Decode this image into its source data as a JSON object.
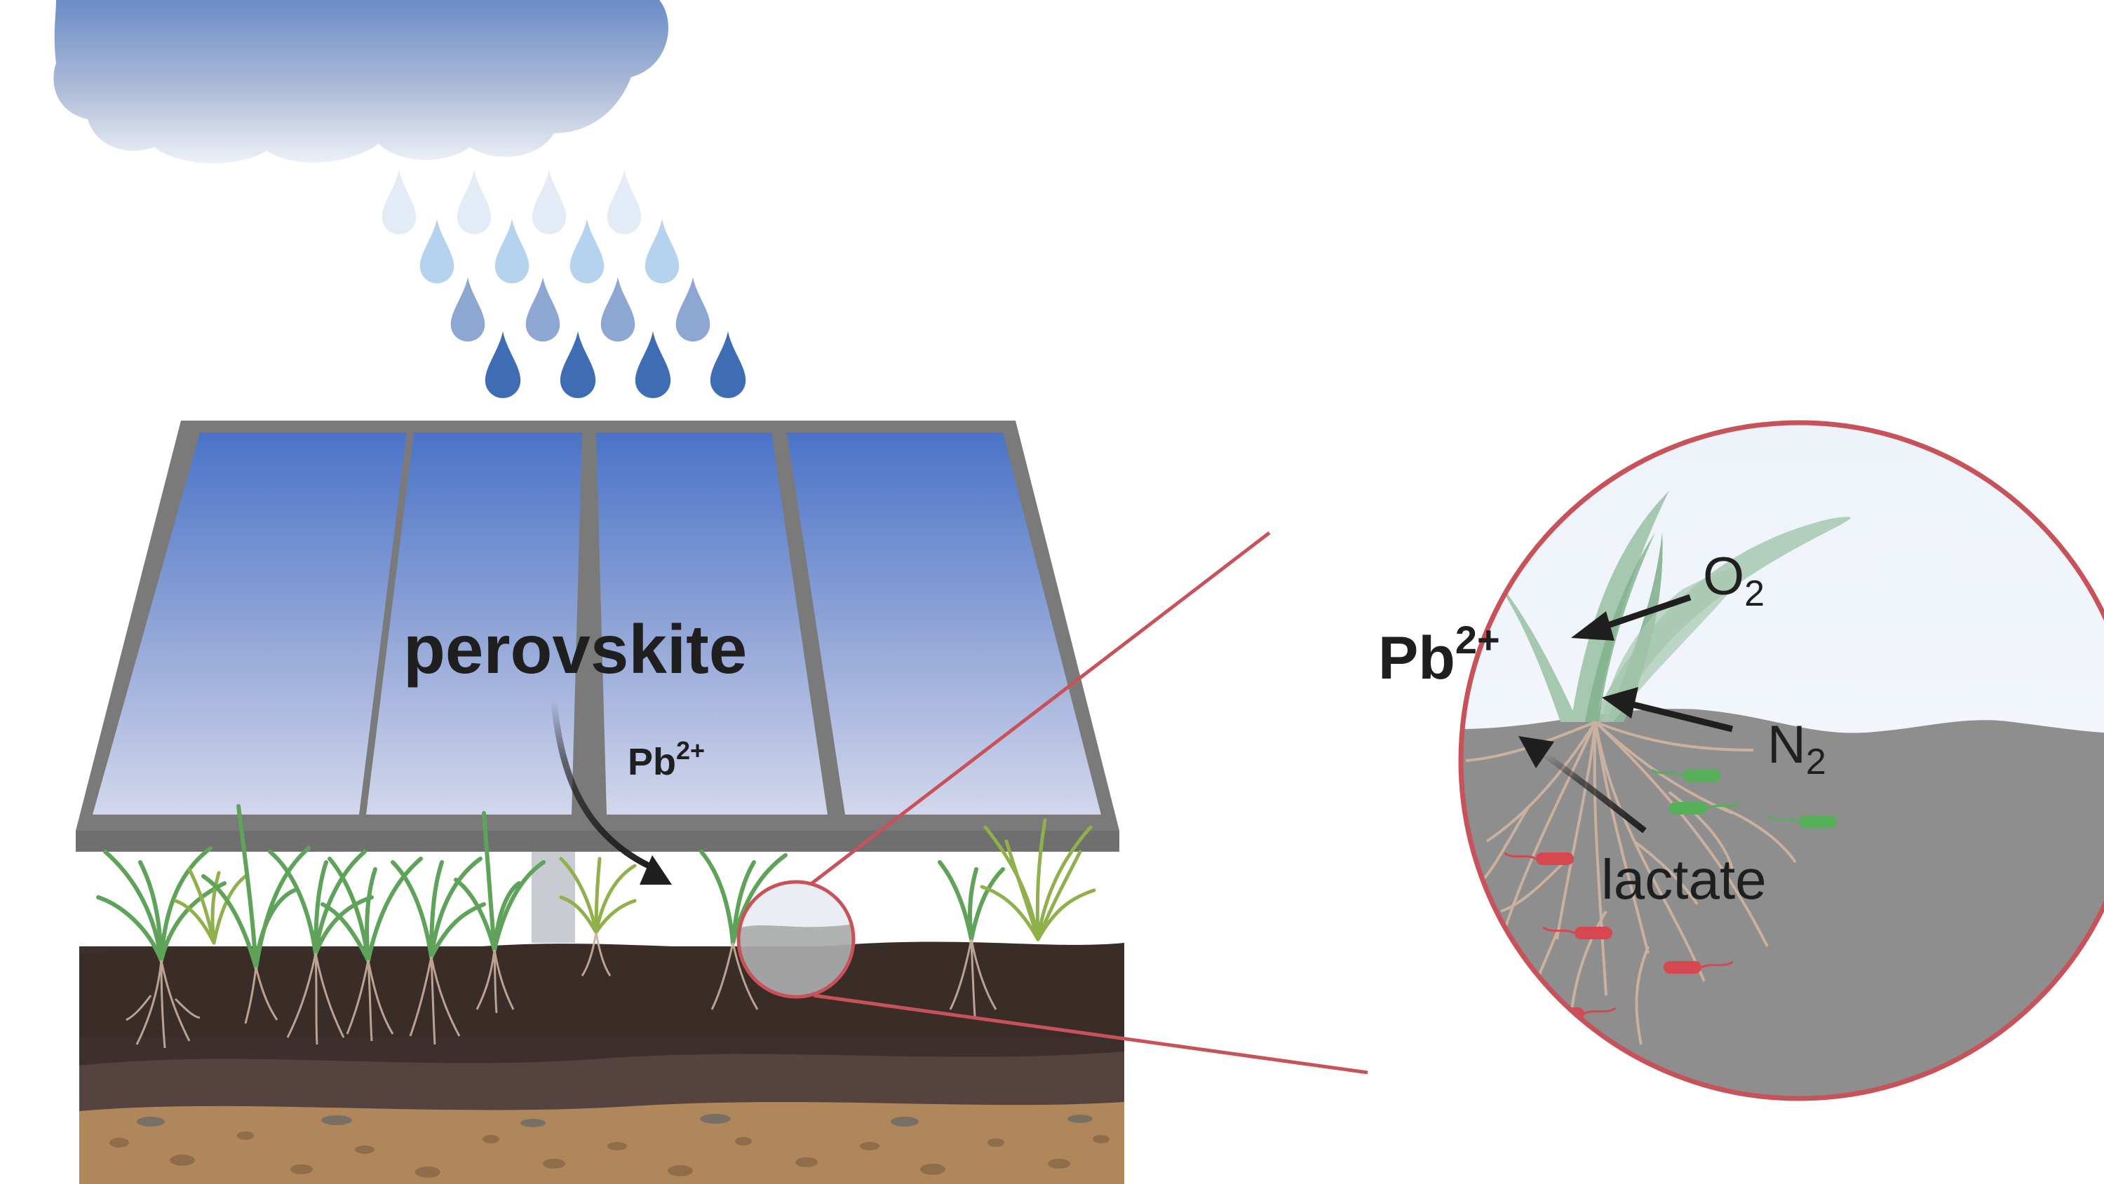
{
  "labels": {
    "perovskite": "perovskite",
    "panel_ion": {
      "base": "Pb",
      "sup": "2+"
    },
    "zoom_ion": {
      "base": "Pb",
      "sup": "2+"
    },
    "oxygen": {
      "base": "O",
      "sub": "2"
    },
    "nitrogen": {
      "base": "N",
      "sub": "2"
    },
    "lactate": "lactate"
  },
  "colors": {
    "cloud_top": "#6b8cc7",
    "cloud_bottom": "#eef1f6",
    "drop_row1": "#e3ecf6",
    "drop_row2": "#b5d3ef",
    "drop_row3": "#8ea7d2",
    "drop_row4": "#3f6db3",
    "panel_frame": "#7a7a7a",
    "panel_glass_top": "#4a73c8",
    "panel_glass_bottom": "#d3d7ec",
    "zoom_ring": "#c8525a",
    "soil_top": "#3d302c",
    "soil_mid": "#54433e",
    "soil_bottom": "#b0875a",
    "zoom_soil": "#8e8e8e",
    "zoom_sky": "#f1f5fb",
    "grass": "#5fa35a",
    "grass_zoom": "#9fc4ab",
    "root": "#c9b09f",
    "bacteria_green": "#56b05a",
    "bacteria_red": "#d6474f",
    "arrow": "#1f1f1f"
  },
  "icons": [
    "rain-cloud-icon",
    "raindrop-icon",
    "solar-panel-icon",
    "grass-icon",
    "root-icon",
    "bacteria-icon"
  ]
}
